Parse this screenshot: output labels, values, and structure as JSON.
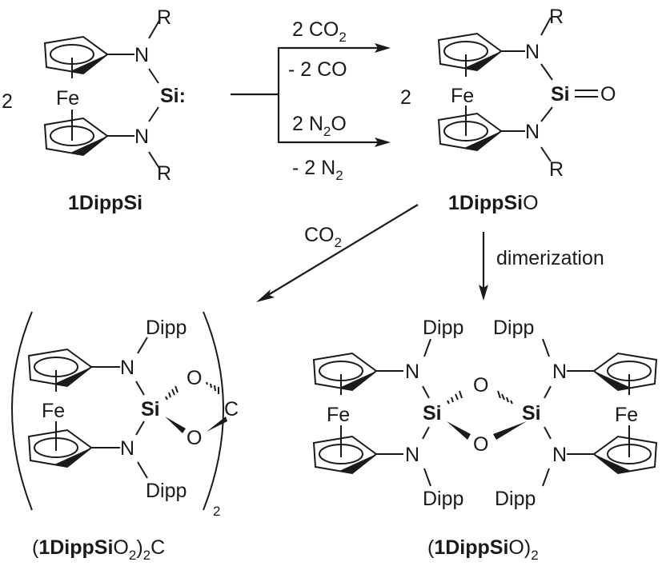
{
  "diagram": {
    "type": "reaction-scheme",
    "compounds": {
      "reactant": {
        "name": "1DippSi",
        "stoich": "2",
        "atoms": {
          "metal": "Fe",
          "n1": "N",
          "n2": "N",
          "si": "Si:",
          "r1": "R",
          "r2": "R"
        }
      },
      "product1": {
        "name": "1DippSiO",
        "name_bold": "1DippSi",
        "name_suffix": "O",
        "stoich": "2",
        "atoms": {
          "metal": "Fe",
          "n1": "N",
          "n2": "N",
          "si": "Si",
          "o": "O",
          "r1": "R",
          "r2": "R"
        }
      },
      "product2": {
        "name": "(1DippSiO2)2C",
        "label_open": "(",
        "label_bold": "1DippSi",
        "label_o": "O",
        "label_sub1": "2",
        "label_close": ")",
        "label_sub2": "2",
        "label_end": "C",
        "bracket_sub": "2",
        "atoms": {
          "metal": "Fe",
          "n1": "N",
          "n2": "N",
          "si": "Si",
          "o1": "O",
          "o2": "O",
          "c": "C",
          "dipp1": "Dipp",
          "dipp2": "Dipp"
        }
      },
      "product3": {
        "name": "(1DippSiO)2",
        "label_open": "(",
        "label_bold": "1DippSi",
        "label_o": "O",
        "label_close": ")",
        "label_sub": "2",
        "atoms": {
          "metal": "Fe",
          "n": "N",
          "si": "Si",
          "o": "O",
          "dipp": "Dipp"
        }
      }
    },
    "reactions": {
      "route1_above_main": "2 CO",
      "route1_above_sub": "2",
      "route1_below": "- 2 CO",
      "route2_above_pre": "2 N",
      "route2_above_sub": "2",
      "route2_above_post": "O",
      "route2_below_main": "- 2 N",
      "route2_below_sub": "2",
      "route3_main": "CO",
      "route3_sub": "2",
      "route4": "dimerization"
    }
  }
}
